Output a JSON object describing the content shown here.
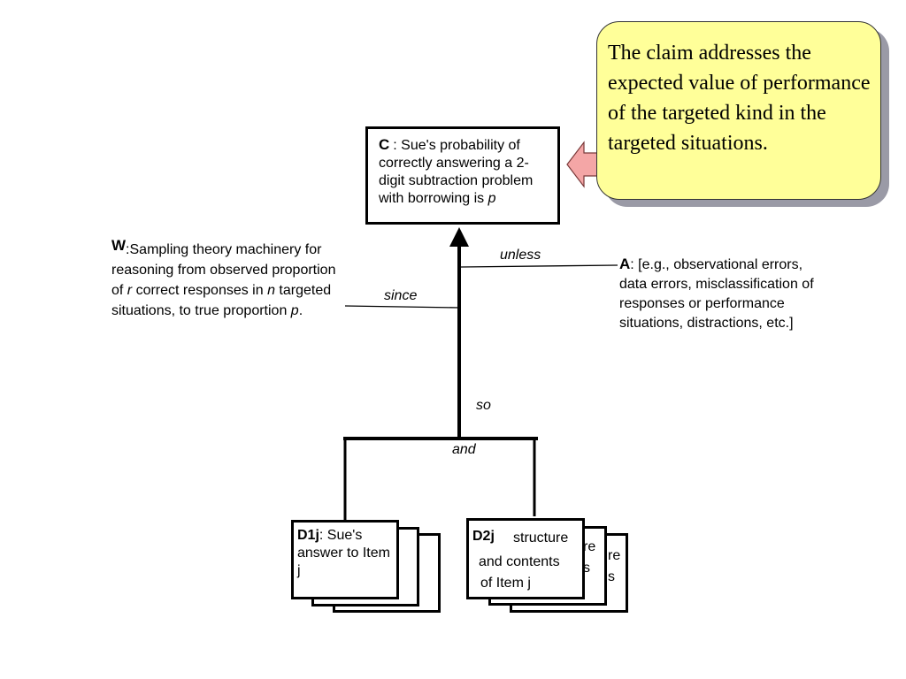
{
  "claim": {
    "label": "C",
    "text": ": Sue's probability of correctly answering a 2-digit subtraction problem with borrowing is ",
    "var": "p"
  },
  "callout": {
    "text": "The claim addresses the expected value of performance of the targeted kind in the targeted situations."
  },
  "warrant": {
    "label": "W",
    "t1": ":Sampling theory machinery for reasoning from observed proportion of ",
    "v1": "r",
    "t2": " correct responses in ",
    "v2": "n",
    "t3": " targeted situations, to true proportion ",
    "v3": "p",
    "t4": "."
  },
  "alternative": {
    "label": "A",
    "text": ": [e.g., observational errors, data errors, misclassification of responses or performance situations, distractions, etc.]"
  },
  "connectors": {
    "unless": "unless",
    "since": "since",
    "so": "so",
    "and": "and"
  },
  "data1": {
    "label": "D1j",
    "text": ": Sue's answer to Item j"
  },
  "data2": {
    "label": "D2j",
    "line1": "structure",
    "line2": "and contents",
    "line3": "of Item j",
    "ghost1a": "re",
    "ghost1b": "s",
    "ghost2a": "re",
    "ghost2b": "s"
  },
  "colors": {
    "callout_fill": "#ffff99",
    "arrow_fill": "#f4a6a6",
    "shadow": "#9a9aa6"
  }
}
